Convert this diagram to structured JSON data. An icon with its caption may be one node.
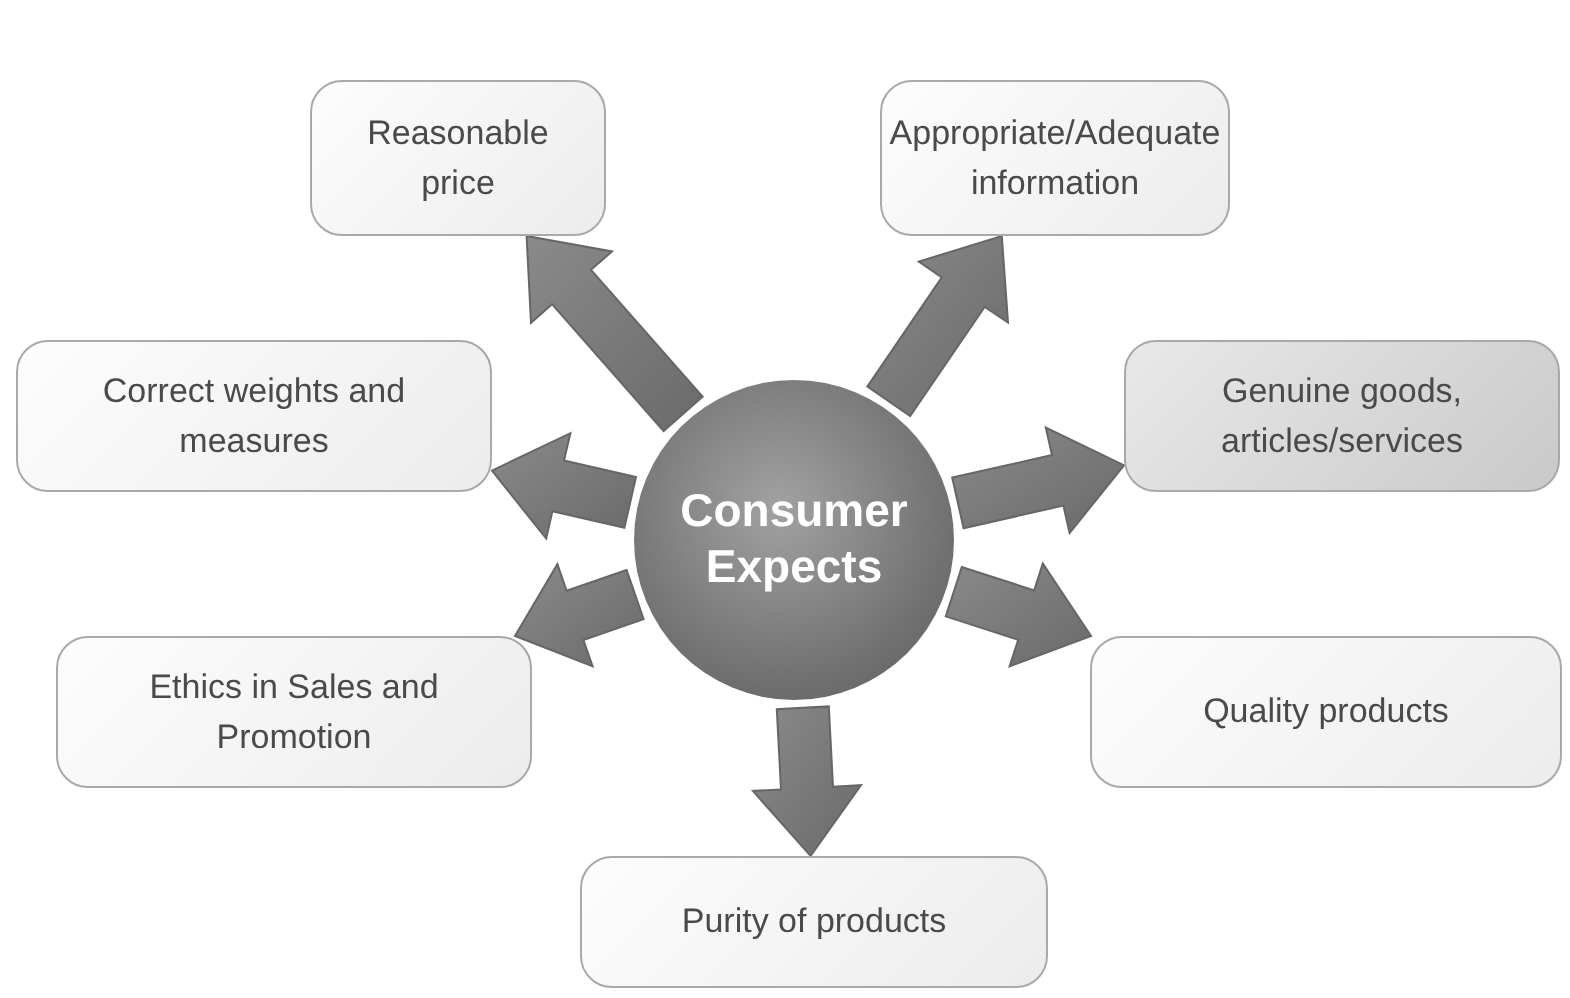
{
  "diagram": {
    "nodes": [
      {
        "text": [
          "Consumer Expects"
        ]
      },
      {
        "text": [
          "Reasonable price"
        ]
      },
      {
        "text": [
          "Appropriate/Adequate information"
        ]
      },
      {
        "text": [
          "Correct weights and measures"
        ]
      },
      {
        "text": [
          "Genuine goods, articles/services"
        ]
      },
      {
        "text": [
          "Ethics in Sales and Promotion"
        ]
      },
      {
        "text": [
          "Quality products"
        ]
      },
      {
        "text": [
          "Purity of products"
        ]
      }
    ],
    "edges": [
      {
        "from": 0,
        "to": 1,
        "arrow": "to"
      },
      {
        "from": 0,
        "to": 2,
        "arrow": "to"
      },
      {
        "from": 0,
        "to": 3,
        "arrow": "to"
      },
      {
        "from": 0,
        "to": 4,
        "arrow": "to"
      },
      {
        "from": 0,
        "to": 5,
        "arrow": "to"
      },
      {
        "from": 0,
        "to": 6,
        "arrow": "to"
      },
      {
        "from": 0,
        "to": 7,
        "arrow": "to"
      }
    ]
  }
}
